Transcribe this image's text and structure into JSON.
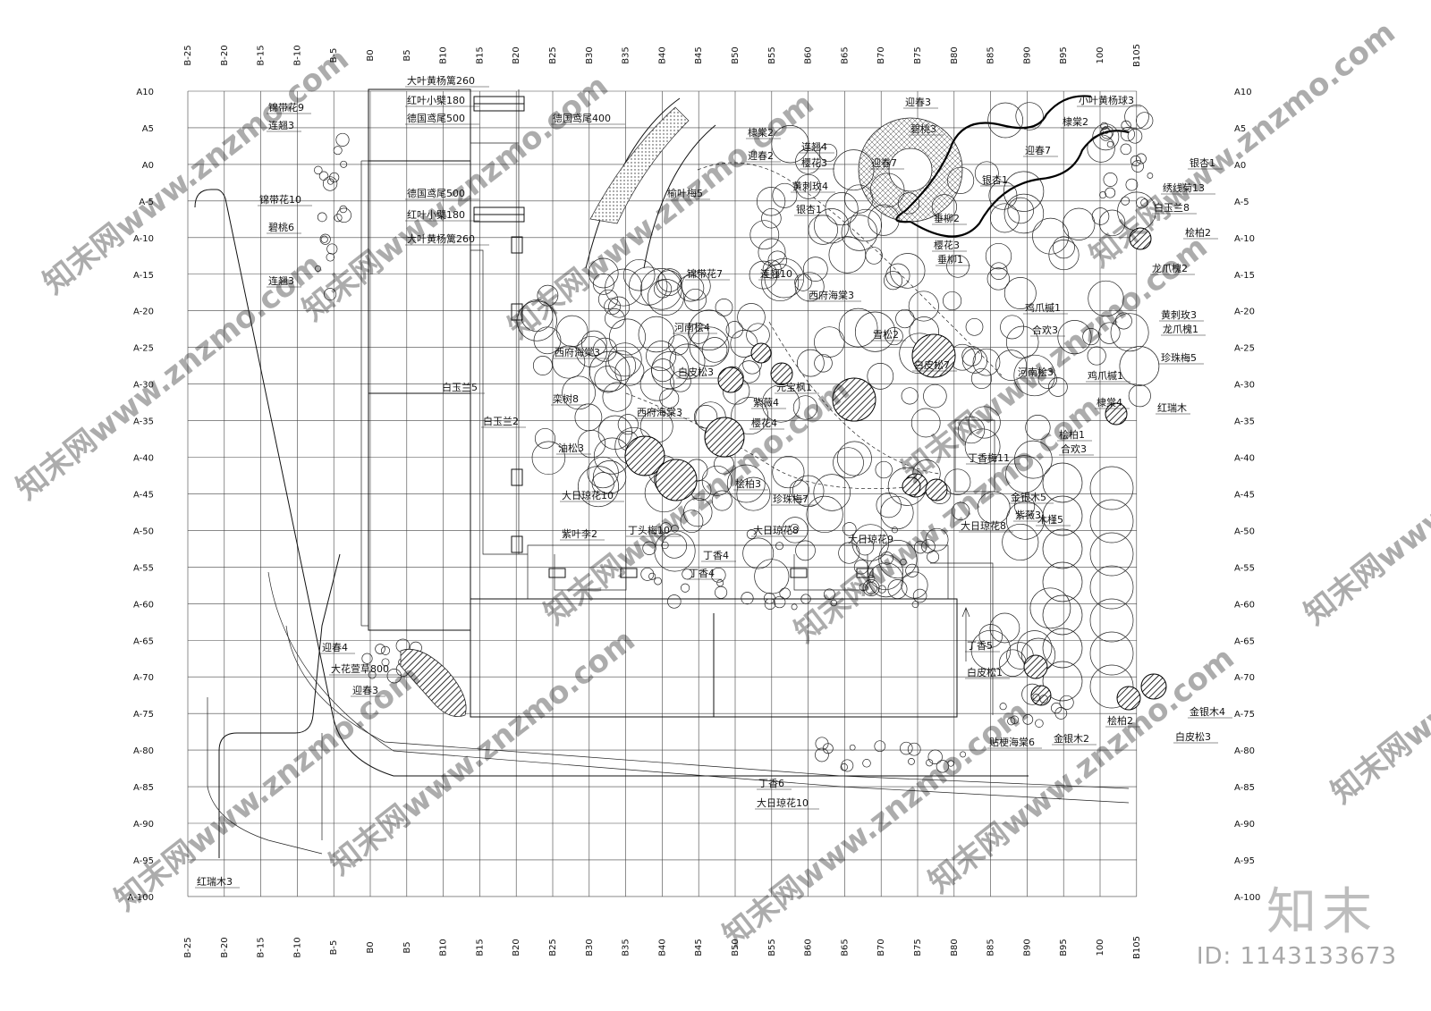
{
  "grid": {
    "columns": [
      "B-25",
      "B-20",
      "B-15",
      "B-10",
      "B-5",
      "B0",
      "B5",
      "B10",
      "B15",
      "B20",
      "B25",
      "B30",
      "B35",
      "B40",
      "B45",
      "B50",
      "B55",
      "B60",
      "B65",
      "B70",
      "B75",
      "B80",
      "B85",
      "B90",
      "B95",
      "100",
      "B105"
    ],
    "rows": [
      "A10",
      "A5",
      "A0",
      "A-5",
      "A-10",
      "A-15",
      "A-20",
      "A-25",
      "A-30",
      "A-35",
      "A-40",
      "A-45",
      "A-50",
      "A-55",
      "A-60",
      "A-65",
      "A-70",
      "A-75",
      "A-80",
      "A-85",
      "A-90",
      "A-95",
      "A-100"
    ]
  },
  "plant_labels": [
    "大叶黄杨篱260",
    "红叶小檗180",
    "德国鸢尾500",
    "德国鸢尾400",
    "德国鸢尾500",
    "红叶小檗180",
    "大叶黄杨篱260",
    "锦带花9",
    "连翘3",
    "锦带花10",
    "碧桃6",
    "连翘3",
    "白玉兰5",
    "白玉兰2",
    "迎春4",
    "大花萱草800",
    "迎春3",
    "棣棠2",
    "迎春2",
    "连翘4",
    "樱花3",
    "黄刺玫4",
    "银杏1",
    "榆叶梅5",
    "锦带花7",
    "连翘10",
    "迎春3",
    "碧桃3",
    "迎春7",
    "西府海棠3",
    "樱花3",
    "垂柳2",
    "垂柳1",
    "银杏1",
    "迎春7",
    "棣棠2",
    "小叶黄杨球3",
    "银杏1",
    "绣线菊13",
    "白玉兰8",
    "桧柏2",
    "龙爪槐2",
    "黄刺玫3",
    "龙爪槐1",
    "珍珠梅5",
    "河南桧4",
    "西府海棠3",
    "白皮松3",
    "栾树8",
    "西府海棠3",
    "油松3",
    "紫薇4",
    "樱花4",
    "元宝枫1",
    "白皮松7",
    "雪松2",
    "鸡爪槭1",
    "合欢3",
    "河南桧3",
    "鸡爪槭1",
    "棣棠4",
    "红瑞木",
    "桧柏1",
    "合欢3",
    "丁香梅11",
    "桧柏3",
    "珍珠梅7",
    "金银木5",
    "大日琼花10",
    "紫薇3",
    "木槿5",
    "紫叶李2",
    "丁头梅10",
    "大日琼花8",
    "大日琼花9",
    "大日琼花8",
    "丁香4",
    "丁香4",
    "丁香5",
    "白皮松1",
    "桧柏2",
    "金银木4",
    "白皮松3",
    "金银木2",
    "贴梗海棠6",
    "丁香6",
    "大日琼花10",
    "红瑞木3"
  ],
  "watermark": {
    "text": "知末网www.znzmo.com",
    "brand": "知末",
    "id": "ID: 1143133673"
  }
}
